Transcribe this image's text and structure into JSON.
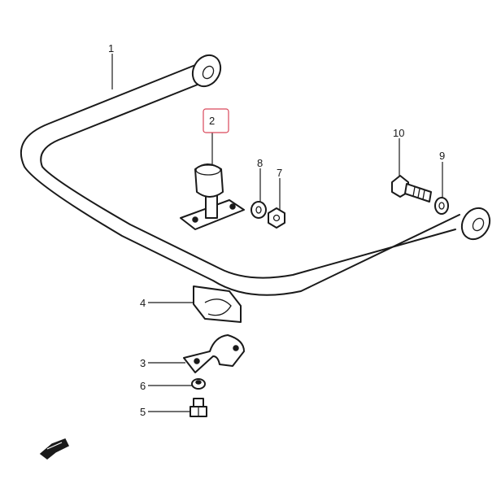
{
  "callouts": {
    "p1": "1",
    "p2": "2",
    "p3": "3",
    "p4": "4",
    "p5": "5",
    "p6": "6",
    "p7": "7",
    "p8": "8",
    "p9": "9",
    "p10": "10"
  },
  "highlight_color": "#d9475a",
  "icons": {
    "front_arrow": "front-direction-arrow-icon"
  }
}
